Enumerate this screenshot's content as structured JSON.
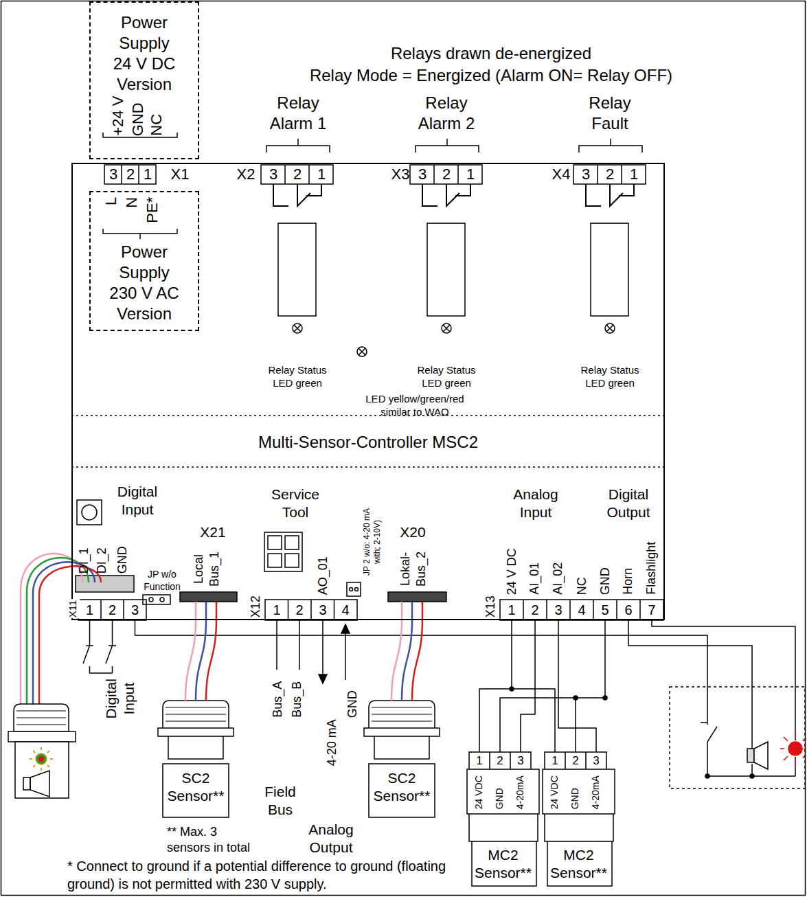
{
  "diagram": {
    "nodes": [
      {
        "text": [
          "Power Supply 24 V DC Version"
        ]
      },
      {
        "text": [
          "Power Supply 230 V AC Version"
        ]
      },
      {
        "text": [
          "Multi-Sensor-Controller MSC2"
        ]
      },
      {
        "text": [
          "SC2 Sensor**"
        ]
      },
      {
        "text": [
          "SC2 Sensor**"
        ]
      },
      {
        "text": [
          "MC2 Sensor**"
        ]
      },
      {
        "text": [
          "MC2 Sensor**"
        ]
      }
    ],
    "edges": [
      {
        "from": 2,
        "to": 3,
        "arrow": "none"
      },
      {
        "from": 2,
        "to": 4,
        "arrow": "none"
      },
      {
        "from": 2,
        "to": 5,
        "arrow": "none"
      },
      {
        "from": 2,
        "to": 6,
        "arrow": "none"
      }
    ],
    "labels": [
      "Relays drawn de-energized",
      "Relay Mode = Energized (Alarm ON= Relay OFF)",
      "+24 V",
      "GND",
      "NC",
      "3",
      "2",
      "1",
      "X1",
      "L",
      "N",
      "PE*",
      "X2",
      "3",
      "2",
      "1",
      "X3",
      "3",
      "2",
      "1",
      "X4",
      "3",
      "2",
      "1",
      "Relay Alarm 1",
      "Relay Alarm 2",
      "Relay Fault",
      "Relay Status LED green",
      "LED yellow/green/red similar to WAO",
      "Relay Status LED green",
      "Relay Status LED green",
      "Digital Input",
      "DI_1",
      "DI_2",
      "GND",
      "JP w/o Function",
      "X11",
      "1",
      "2",
      "3",
      "X21",
      "Local Bus_1",
      "Service Tool",
      "X12",
      "1",
      "2",
      "3",
      "4",
      "AO_01",
      "JP 2 w/o: 4-20 mA with; 2-10V)",
      "X20",
      "Lokal-Bus_2",
      "Analog Input",
      "Digital Output",
      "X13",
      "24 V DC",
      "AI_01",
      "AI_02",
      "NC",
      "GND",
      "Horn",
      "Flashlight",
      "1",
      "2",
      "3",
      "4",
      "5",
      "6",
      "7",
      "Digital Input",
      "Bus_A",
      "Bus_B",
      "4-20 mA",
      "GND",
      "Field Bus",
      "Analog Output",
      "** Max. 3 sensors in total",
      "1",
      "2",
      "3",
      "24 VDC",
      "GND",
      "4-20mA",
      "1",
      "2",
      "3",
      "24 VDC",
      "GND",
      "4-20mA",
      "* Connect to ground if a potential difference to ground (floating ground) is not permitted with 230 V supply."
    ]
  }
}
